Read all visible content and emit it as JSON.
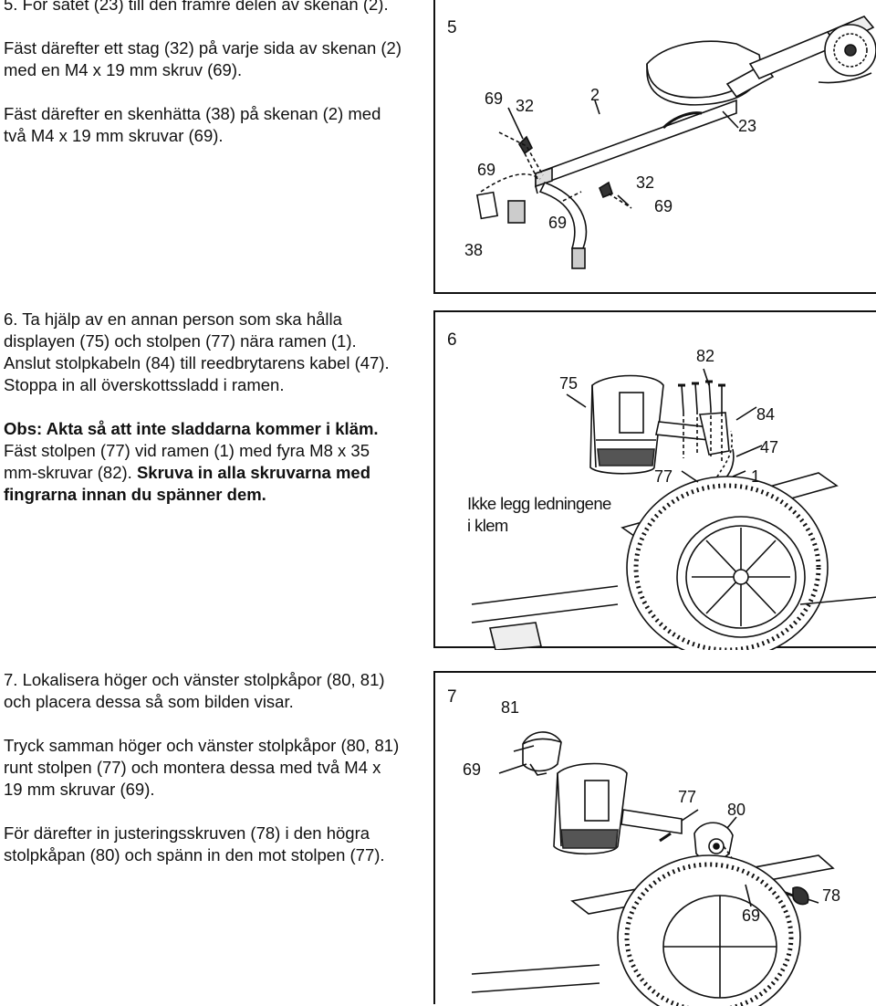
{
  "step5": {
    "heading": "5. För sätet (23) till den främre delen av skenan (2).",
    "para1_l1": "Fäst därefter ett stag (32) på varje sida av skenan (2)",
    "para1_l2": "med en M4 x 19 mm skruv (69).",
    "para2_l1": "Fäst därefter en skenhätta (38) på skenan (2) med",
    "para2_l2": "två M4 x 19 mm skruvar (69).",
    "figure": {
      "step_number": "5",
      "callouts": {
        "c69a": "69",
        "c32a": "32",
        "c2": "2",
        "c23": "23",
        "c69b": "69",
        "c32b": "32",
        "c69c": "69",
        "c69d": "69",
        "c38": "38"
      }
    }
  },
  "step6": {
    "l1": "6. Ta hjälp av en annan person som ska hålla",
    "l2": "displayen (75) och stolpen (77) nära ramen (1).",
    "l3": "Anslut stolpkabeln (84) till reedbrytarens kabel (47).",
    "l4": "Stoppa in all överskottssladd i ramen.",
    "obs": "Obs: Akta så att inte sladdarna kommer i kläm.",
    "l5": "Fäst stolpen (77) vid ramen (1) med fyra M8 x 35",
    "l6a": "mm-skruvar (82). ",
    "l6b": "Skruva in alla skruvarna med",
    "l7": "fingrarna innan du spänner dem.",
    "figure": {
      "step_number": "6",
      "warning_l1": "Ikke legg ledningene",
      "warning_l2": "i klem",
      "callouts": {
        "c75": "75",
        "c82": "82",
        "c84": "84",
        "c47": "47",
        "c77": "77",
        "c1": "1"
      }
    }
  },
  "step7": {
    "l1": "7. Lokalisera höger och vänster stolpkåpor (80, 81)",
    "l2": "och placera dessa så som bilden visar.",
    "l3": "Tryck samman höger och vänster stolpkåpor (80, 81)",
    "l4": "runt stolpen (77) och montera dessa med två M4 x",
    "l5": "19 mm skruvar (69).",
    "l6": "För därefter in justeringsskruven (78) i den högra",
    "l7": "stolpkåpan (80) och spänn in den mot stolpen (77).",
    "figure": {
      "step_number": "7",
      "callouts": {
        "c81": "81",
        "c69a": "69",
        "c77": "77",
        "c80": "80",
        "c78": "78",
        "c69b": "69"
      }
    }
  }
}
